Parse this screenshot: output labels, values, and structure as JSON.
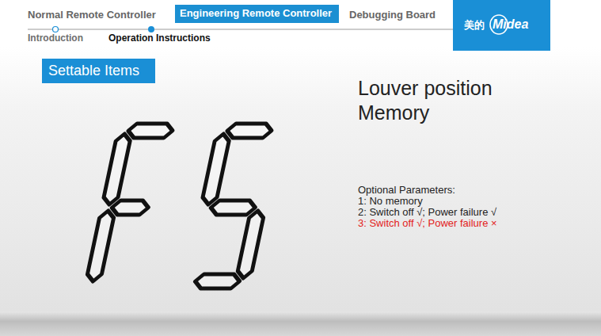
{
  "diagram": {
    "title": "Louver position Memory",
    "nodes": [
      {
        "text": [
          "Engineering Remote Controller"
        ]
      },
      {
        "text": [
          "美的",
          "Midea"
        ]
      },
      {
        "text": [
          "Settable Items"
        ]
      }
    ],
    "labels": [
      "Normal Remote Controller",
      "Debugging Board",
      "Introduction",
      "Operation Instructions",
      "Optional Parameters:",
      "1: No memory",
      "2: Switch off √; Power failure √",
      "3: Switch off √; Power failure ×"
    ]
  }
}
